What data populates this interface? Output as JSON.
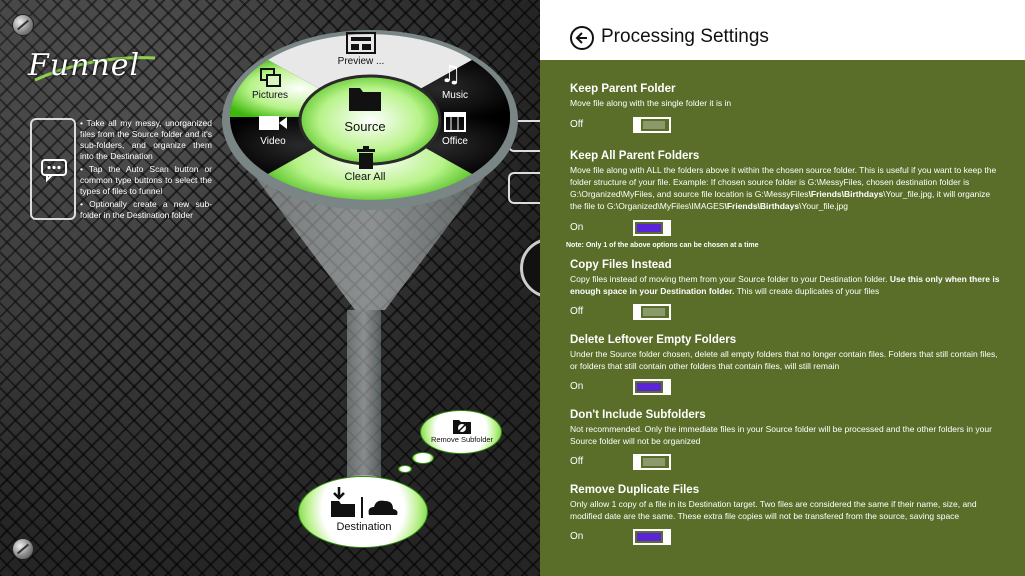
{
  "app": {
    "logo_text": "Funnel",
    "help_lines": [
      "• Take all my messy, unorganized files from the Source folder and it's sub-folders, and organize them into the Destination",
      "• Tap the Auto Scan button or common type buttons to select the types of files to funnel",
      "• Optionally create a new sub-folder in the Destination folder"
    ],
    "funnel": {
      "preview_label": "Preview ...",
      "pictures_label": "Pictures",
      "music_label": "Music",
      "video_label": "Video",
      "office_label": "Office",
      "source_label": "Source",
      "clear_all_label": "Clear All"
    },
    "remove_subfolder_label": "Remove Subfolder",
    "destination_label": "Destination",
    "colors": {
      "accent_green": "#4ec41a",
      "panel_green": "#5a6e2a",
      "toggle_on": "#5a25d8"
    }
  },
  "settings": {
    "title": "Processing Settings",
    "items": [
      {
        "name": "Keep Parent Folder",
        "desc_parts": [
          "Move file along with the single folder it is in"
        ],
        "state": "Off"
      },
      {
        "name": "Keep All Parent Folders",
        "desc_parts": [
          "Move file along with ALL the folders above it within the chosen source folder. This is useful if you want to keep the folder structure of your file. Example: If chosen source folder is G:\\MessyFiles, chosen destination folder is G:\\Organized\\MyFiles, and source file location is G:\\MessyFiles",
          "\\Friends\\Birthdays",
          "\\Your_file.jpg, it will organize the file to G:\\Organized\\MyFiles\\IMAGES",
          "\\Friends\\Birthdays",
          "\\Your_file.jpg"
        ],
        "state": "On"
      },
      {
        "name": "Copy Files Instead",
        "desc_parts": [
          "Copy files instead of moving them from your Source folder to your Destination folder. ",
          "Use this only when there is enough space in your Destination folder.",
          " This will create duplicates of your files"
        ],
        "state": "Off"
      },
      {
        "name": "Delete Leftover Empty Folders",
        "desc_parts": [
          "Under the Source folder chosen, delete all empty folders that no longer contain files. Folders that still contain files, or folders that still contain other folders that contain files, will still remain"
        ],
        "state": "On"
      },
      {
        "name": "Don't Include Subfolders",
        "desc_parts": [
          "Not recommended. Only the immediate files in your Source folder will be processed and the other folders in your Source folder will not be organized"
        ],
        "state": "Off"
      },
      {
        "name": "Remove Duplicate Files",
        "desc_parts": [
          "Only allow 1 copy of a file in its Destination target. Two files are considered the same if their name, size, and modified date are the same. These extra file copies will not be transfered from the source, saving space"
        ],
        "state": "On"
      }
    ],
    "note": "Note:  Only 1 of the above options can be chosen at a time"
  }
}
